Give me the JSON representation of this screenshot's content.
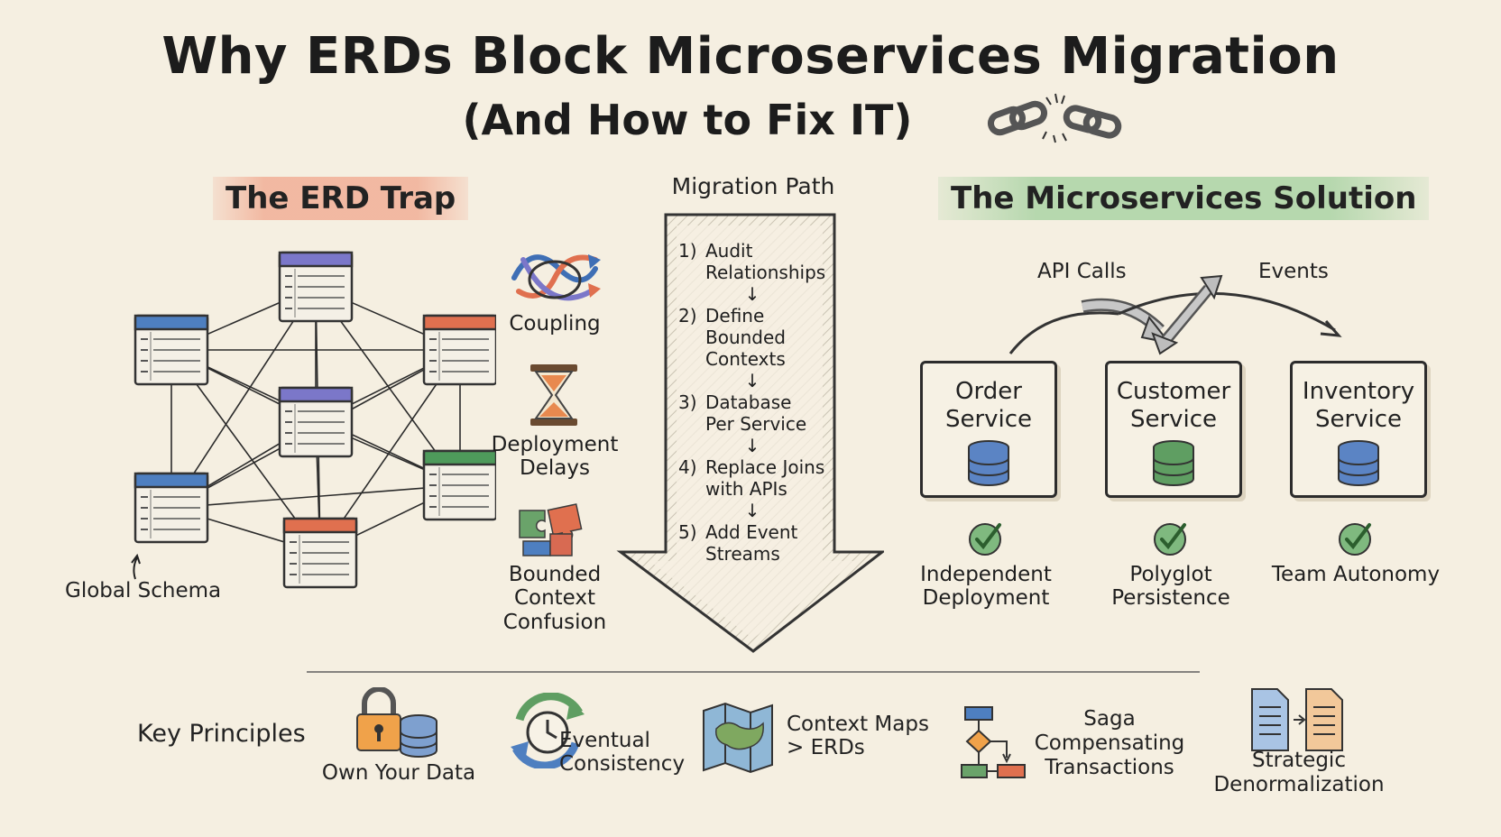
{
  "title": {
    "line1": "Why ERDs Block Microservices Migration",
    "line2": "(And How to Fix IT)"
  },
  "erd_trap": {
    "heading": "The ERD Trap",
    "schema_label": "Global Schema",
    "problems": [
      {
        "label": "Coupling",
        "icon": "tangled-arrows-icon"
      },
      {
        "label": "Deployment Delays",
        "icon": "hourglass-icon"
      },
      {
        "label": "Bounded Context Confusion",
        "icon": "puzzle-icon"
      }
    ],
    "table_colors": [
      "#7b77c9",
      "#4e7fc0",
      "#e0704f",
      "#7b77c9",
      "#4e9a5b",
      "#4e7fc0",
      "#e0704f"
    ]
  },
  "migration_path": {
    "heading": "Migration Path",
    "steps": [
      {
        "num": "1)",
        "text": "Audit Relationships"
      },
      {
        "num": "2)",
        "text": "Define Bounded Contexts"
      },
      {
        "num": "3)",
        "text": "Database Per Service"
      },
      {
        "num": "4)",
        "text": "Replace Joins with APIs"
      },
      {
        "num": "5)",
        "text": "Add Event Streams"
      }
    ]
  },
  "microservices_solution": {
    "heading": "The Microservices Solution",
    "api_label": "API Calls",
    "events_label": "Events",
    "services": [
      {
        "name": "Order Service",
        "db_color": "#5b84c4",
        "benefit": "Independent Deployment"
      },
      {
        "name": "Customer Service",
        "db_color": "#5f9e62",
        "benefit": "Polyglot Persistence"
      },
      {
        "name": "Inventory Service",
        "db_color": "#5b84c4",
        "benefit": "Team Autonomy"
      }
    ]
  },
  "key_principles": {
    "heading": "Key Principles",
    "items": [
      {
        "label": "Own Your Data",
        "icon": "lock-database-icon"
      },
      {
        "label": "Eventual Consistency",
        "icon": "clock-cycle-icon"
      },
      {
        "label": "Context Maps > ERDs",
        "icon": "map-icon"
      },
      {
        "label": "Saga Compensating Transactions",
        "icon": "flowchart-icon"
      },
      {
        "label": "Strategic Denormalization",
        "icon": "documents-icon"
      }
    ]
  }
}
